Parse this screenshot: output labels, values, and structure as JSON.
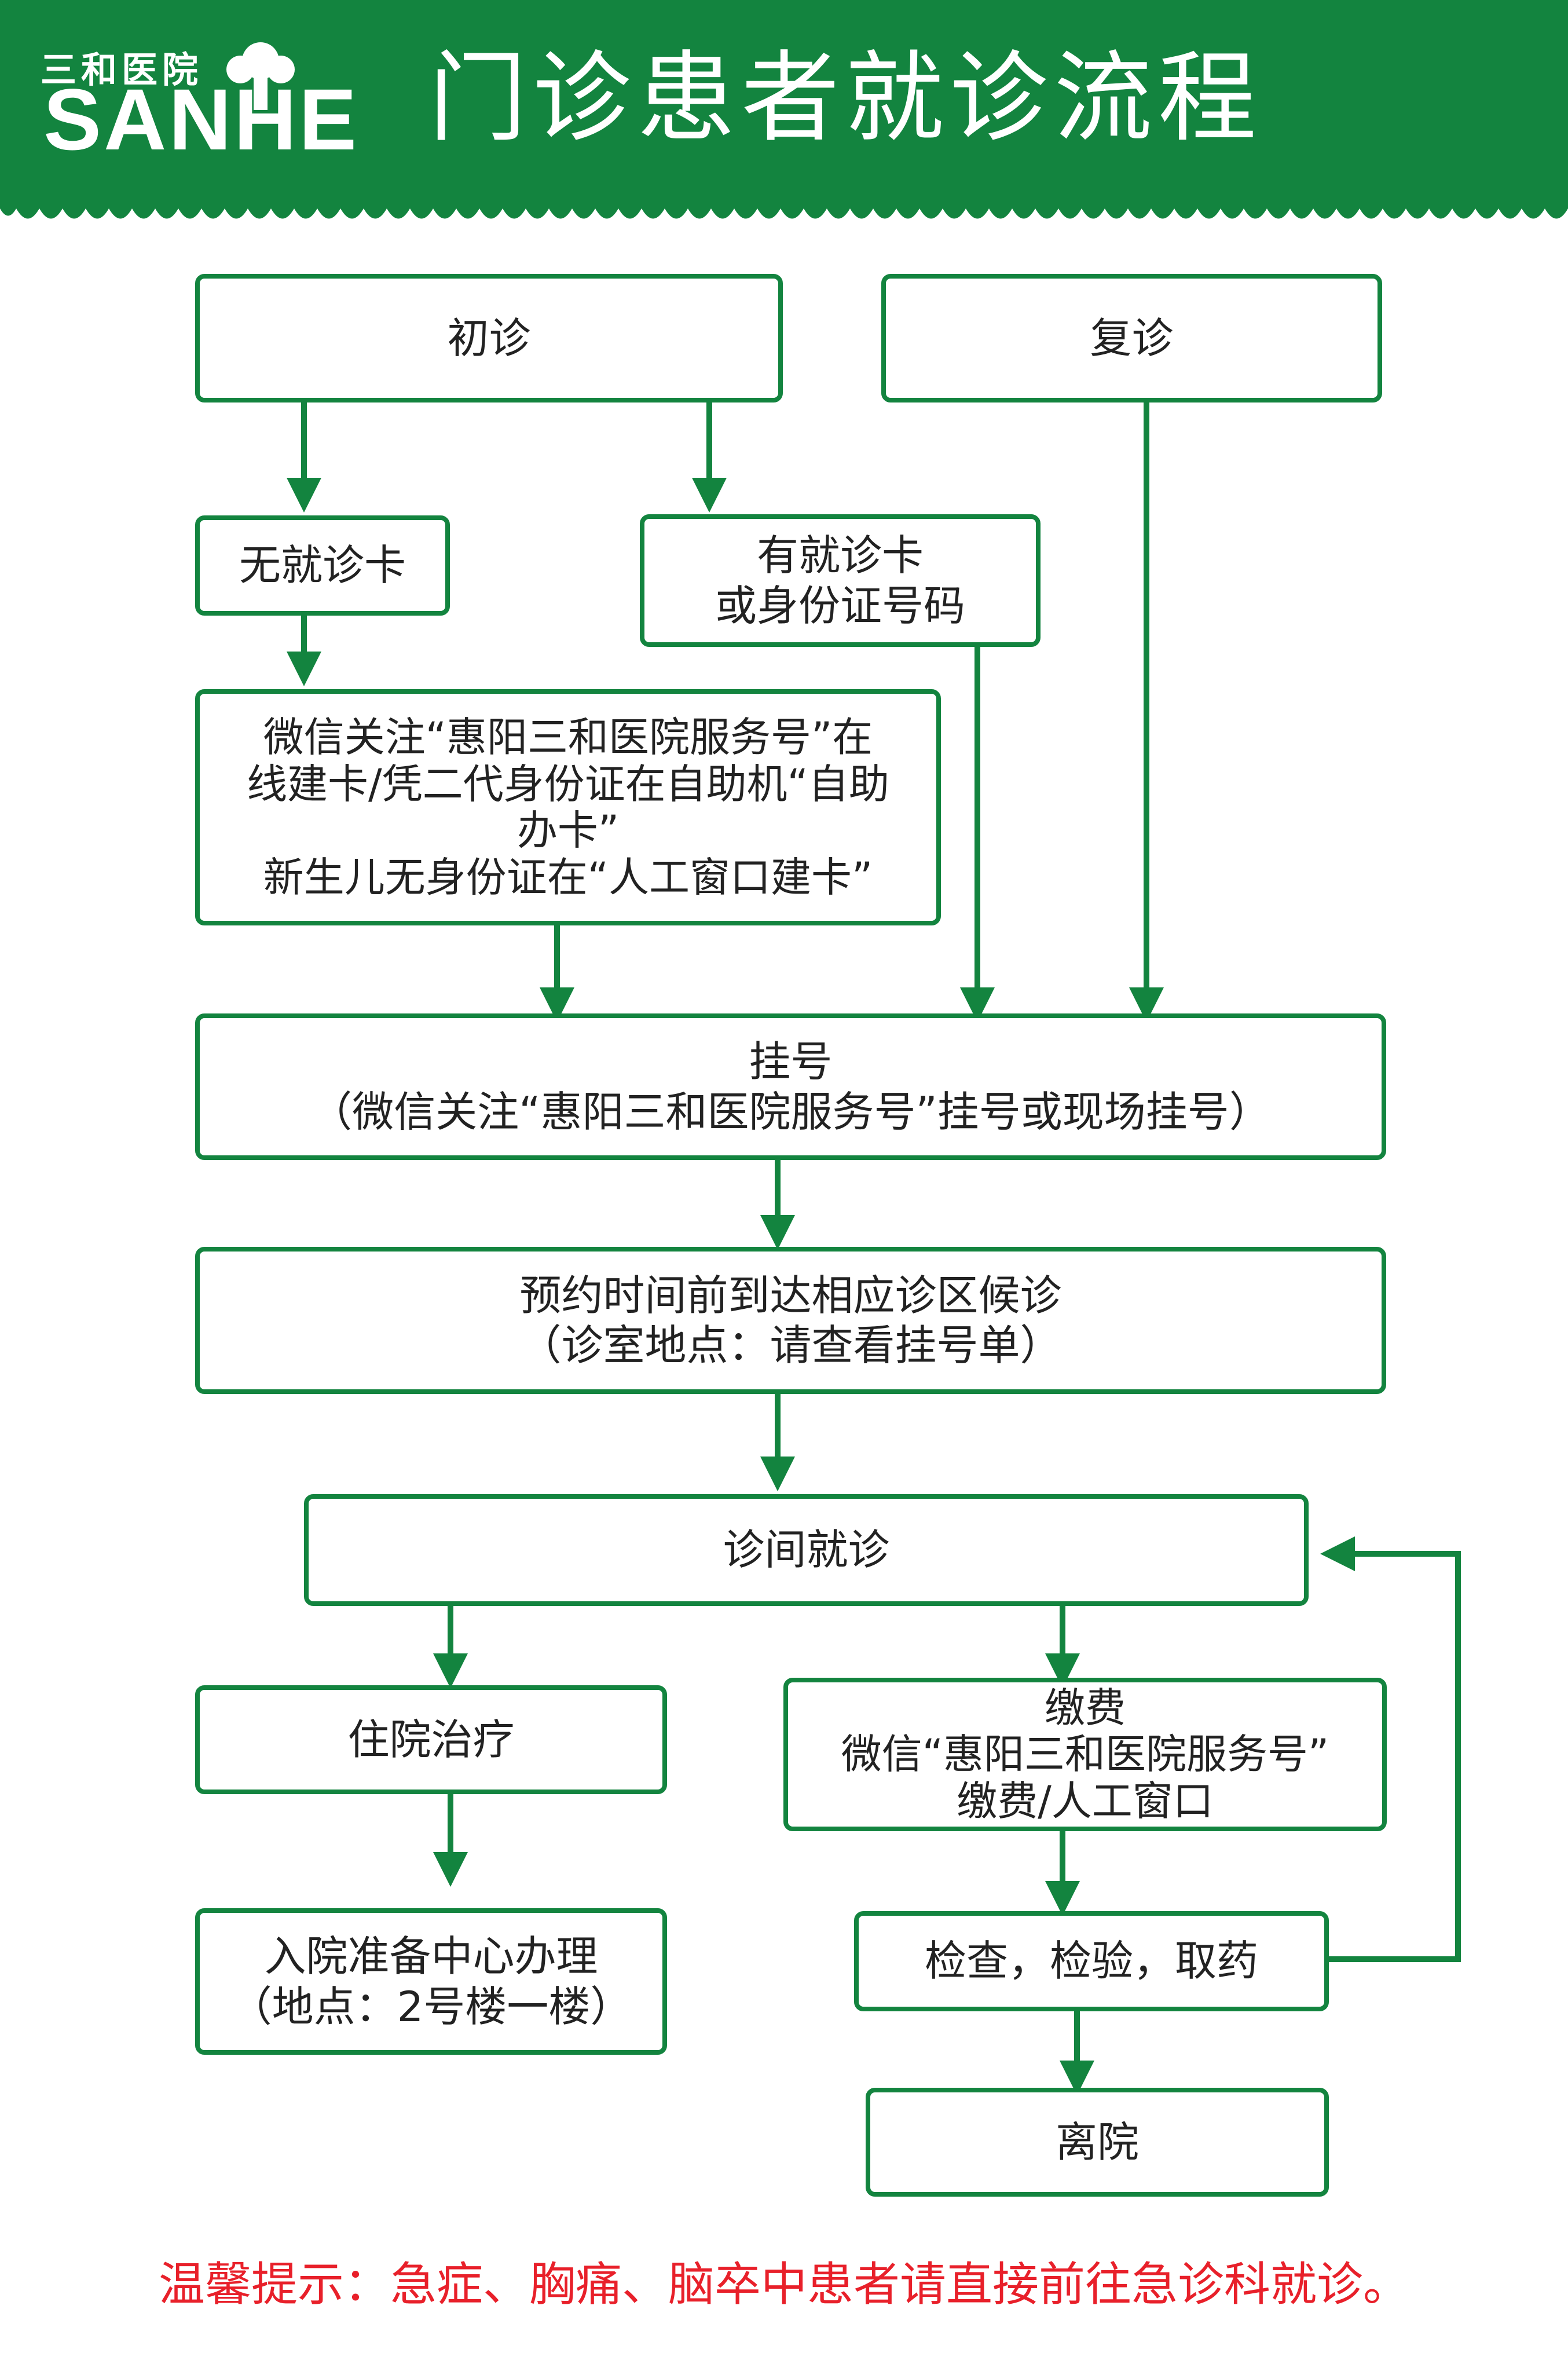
{
  "header": {
    "logo_cn": "三和医院",
    "logo_en": "SANHE",
    "title": "门诊患者就诊流程"
  },
  "flow": {
    "first_visit": "初诊",
    "return_visit": "复诊",
    "no_card": "无就诊卡",
    "has_card": [
      "有就诊卡",
      "或身份证号码"
    ],
    "wechat_card": [
      "微信关注“惠阳三和医院服务号”在",
      "线建卡/凭二代身份证在自助机“自助",
      "办卡”",
      "新生儿无身份证在“人工窗口建卡”"
    ],
    "register": [
      "挂号",
      "（微信关注“惠阳三和医院服务号”挂号或现场挂号）"
    ],
    "wait": [
      "预约时间前到达相应诊区候诊",
      "（诊室地点：请查看挂号单）"
    ],
    "consult": "诊间就诊",
    "hospitalize": "住院治疗",
    "payment": [
      "缴费",
      "微信“惠阳三和医院服务号”",
      "缴费/人工窗口"
    ],
    "admission": [
      "入院准备中心办理",
      "（地点：2号楼一楼）"
    ],
    "exam": "检查，检验，取药",
    "leave": "离院"
  },
  "tip": "温馨提示：急症、胸痛、脑卒中患者请直接前往急诊科就诊。",
  "colors": {
    "brand_green": "#13843f",
    "tip_red": "#e8202a"
  }
}
